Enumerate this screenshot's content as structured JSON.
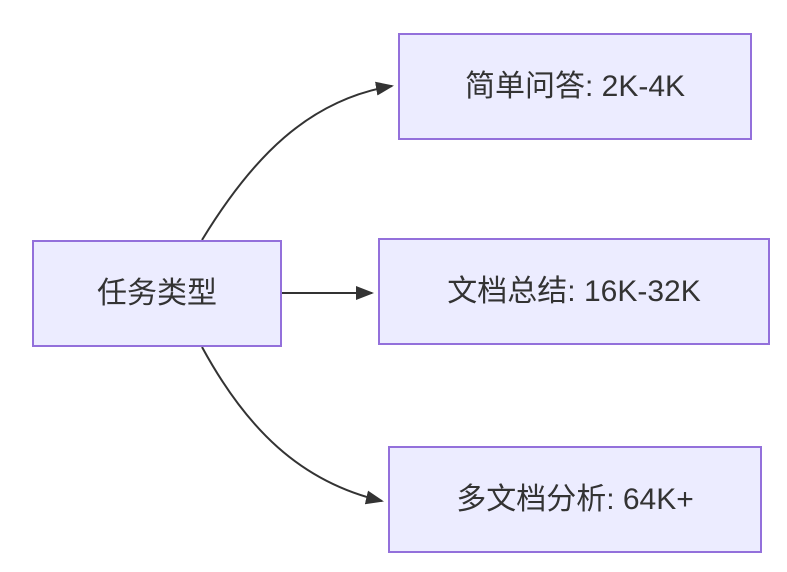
{
  "diagram": {
    "type": "flowchart",
    "root": {
      "label": "任务类型"
    },
    "branches": [
      {
        "label": "简单问答: 2K-4K"
      },
      {
        "label": "文档总结: 16K-32K"
      },
      {
        "label": "多文档分析: 64K+"
      }
    ],
    "edges": [
      {
        "from": "任务类型",
        "to": "简单问答: 2K-4K"
      },
      {
        "from": "任务类型",
        "to": "文档总结: 16K-32K"
      },
      {
        "from": "任务类型",
        "to": "多文档分析: 64K+"
      }
    ],
    "colors": {
      "node_fill": "#ECECFF",
      "node_border": "#9370DB",
      "edge_stroke": "#333333",
      "text": "#333333",
      "background": "#FFFFFF"
    }
  }
}
